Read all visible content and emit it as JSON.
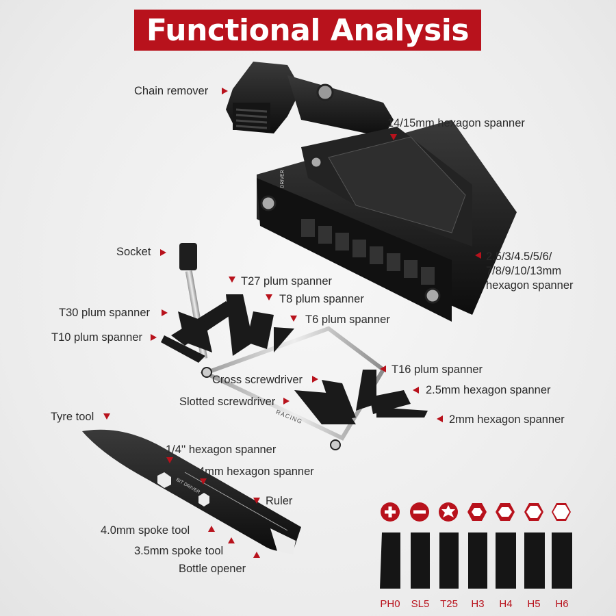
{
  "title": "Functional Analysis",
  "labels": {
    "chain_remover": "Chain remover",
    "hex_14_15": "14/15mm hexagon spanner",
    "socket": "Socket",
    "t27": "T27 plum spanner",
    "t8": "T8 plum spanner",
    "t30": "T30 plum spanner",
    "t6": "T6 plum spanner",
    "t10": "T10 plum spanner",
    "hex_multi_line1": "2.5/3/4.5/5/6/",
    "hex_multi_line2": "7/8/9/10/13mm",
    "hex_multi_line3": "hexagon spanner",
    "t16": "T16 plum spanner",
    "cross_screwdriver": "Cross screwdriver",
    "hex_2_5": "2.5mm hexagon spanner",
    "slotted_screwdriver": "Slotted screwdriver",
    "hex_2": "2mm hexagon spanner",
    "tyre_tool": "Tyre tool",
    "hex_quarter": "1/4'' hexagon spanner",
    "hex_4mm": "4mm hexagon spanner",
    "ruler": "Ruler",
    "spoke_4": "4.0mm spoke tool",
    "spoke_3_5": "3.5mm spoke tool",
    "bottle_opener": "Bottle opener"
  },
  "bits": [
    {
      "code": "PH0",
      "icon": "phillips-icon"
    },
    {
      "code": "SL5",
      "icon": "slotted-icon"
    },
    {
      "code": "T25",
      "icon": "torx-icon"
    },
    {
      "code": "H3",
      "icon": "hex-icon"
    },
    {
      "code": "H4",
      "icon": "hex-icon"
    },
    {
      "code": "H5",
      "icon": "hex-outline-icon"
    },
    {
      "code": "H6",
      "icon": "hex-outline-icon"
    }
  ],
  "tool_markings": {
    "brand": "RACING",
    "driver": "DRIVER",
    "bit_driver": "BIT DRIVER"
  },
  "colors": {
    "accent": "#b8121c",
    "tool": "#1a1a1a",
    "background": "#ececec"
  }
}
